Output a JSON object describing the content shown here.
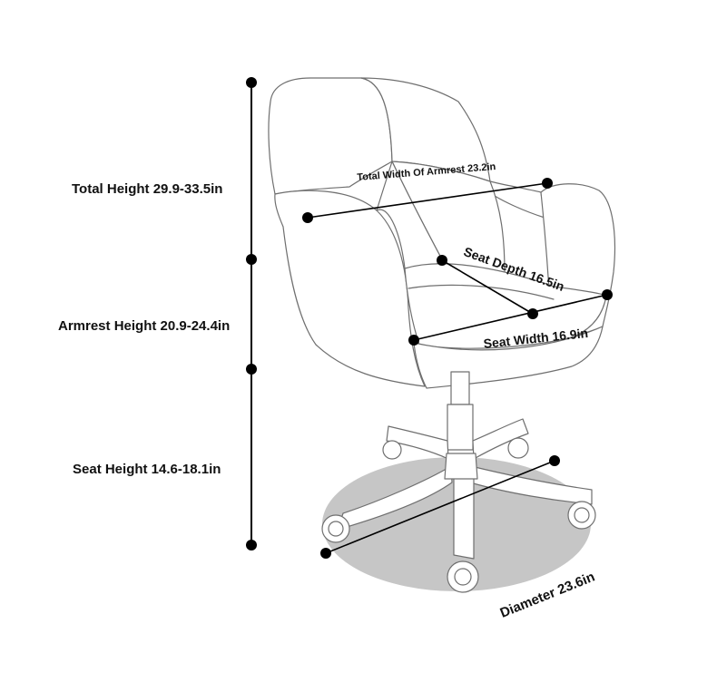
{
  "colors": {
    "outline": "#6f6f6f",
    "marker": "#000000",
    "base_shadow": "#c6c6c6",
    "text": "#111111"
  },
  "labels": {
    "total_height": "Total Height 29.9-33.5in",
    "armrest_height": "Armrest Height 20.9-24.4in",
    "seat_height": "Seat Height 14.6-18.1in",
    "armrest_width": "Total Width Of Armrest 23.2in",
    "seat_depth": "Seat Depth 16.5in",
    "seat_width": "Seat Width 16.9in",
    "diameter": "Diameter 23.6in"
  }
}
